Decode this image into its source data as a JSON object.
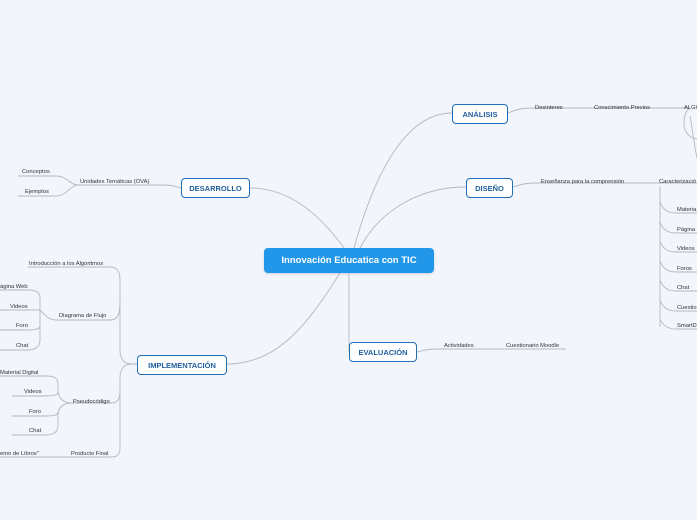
{
  "root": "Innovación Educatica con TIC",
  "main": {
    "analisis": "ANÁLISIS",
    "diseno": "DISEÑO",
    "evaluacion": "EVALUACIÓN",
    "desarrollo": "DESARROLLO",
    "implementacion": "IMPLEMENTACIÓN"
  },
  "analisis": {
    "sub": "Desinteres",
    "sub2": "Conscimiento Previos",
    "sub3": "ALGO"
  },
  "diseno": {
    "sub": "Enseñanza para la comprensión",
    "sub2": "Caracterizació",
    "items": [
      "Materia",
      "Página",
      "Videos",
      "Foros",
      "Chat",
      "Cuestio",
      "SmartD"
    ]
  },
  "evaluacion": {
    "sub": "Actividades",
    "sub2": "Cuestionario Moodle"
  },
  "desarrollo": {
    "sub": "Unidades Temáticas (OVA)",
    "items": [
      "Conceptos",
      "Ejemplos"
    ]
  },
  "implementacion": {
    "intro": "Introducción a los Algoritmos",
    "diagrama": "Diagrama de Flujo",
    "diagrama_items": [
      "ágina Web",
      "Videos",
      "Foro",
      "Chat"
    ],
    "pseudo": "Pseudocódigo",
    "pseudo_items": [
      "Material Digital",
      "Videos",
      "Foro",
      "Chat"
    ],
    "producto": "Producto Final",
    "producto_item": "emo de Libros\""
  },
  "colors": {
    "root": "#2297e9",
    "border": "#1f6fb4",
    "line": "#b2b8c3",
    "background": "#f3f5fd"
  }
}
